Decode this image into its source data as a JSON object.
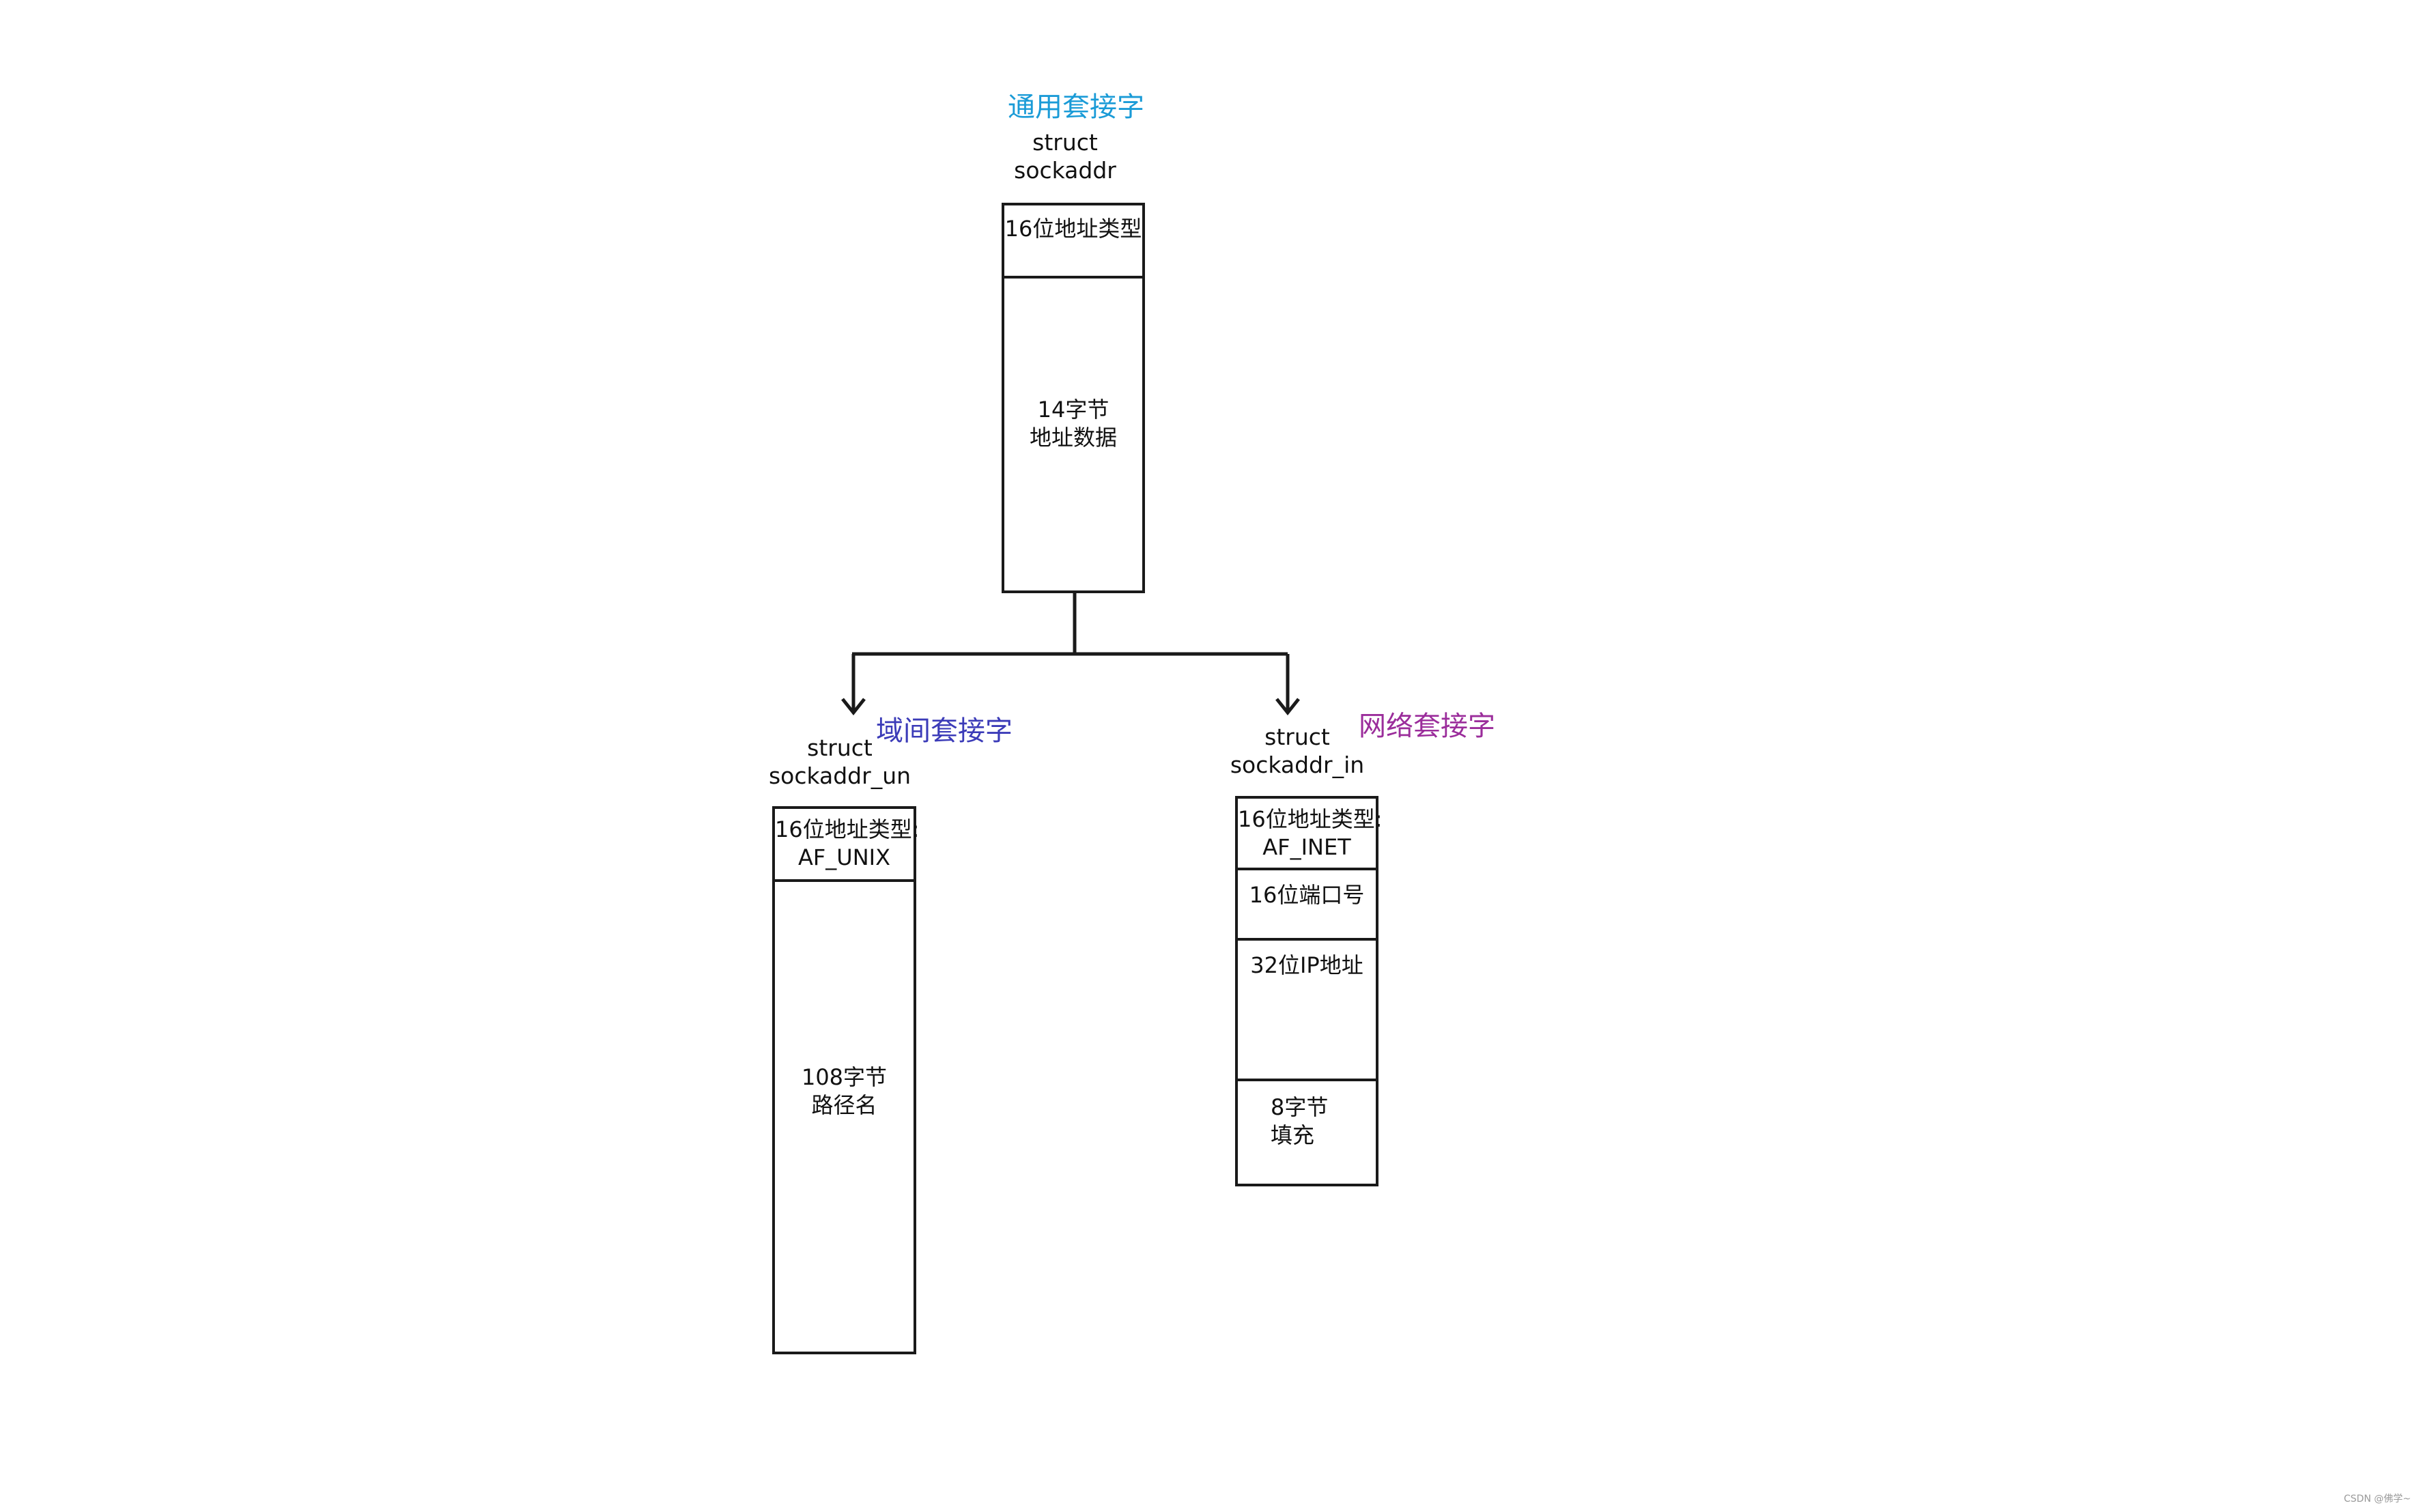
{
  "generic": {
    "heading": "通用套接字",
    "struct_line1": "struct",
    "struct_line2": "sockaddr",
    "field_type": "16位地址类型",
    "field_data_line1": "14字节",
    "field_data_line2": "地址数据"
  },
  "unix": {
    "heading": "域间套接字",
    "struct_line1": "struct",
    "struct_line2": "sockaddr_un",
    "field_type_line1": "16位地址类型:",
    "field_type_line2": "AF_UNIX",
    "field_path_line1": "108字节",
    "field_path_line2": "路径名"
  },
  "inet": {
    "heading": "网络套接字",
    "struct_line1": "struct",
    "struct_line2": "sockaddr_in",
    "field_type_line1": "16位地址类型:",
    "field_type_line2": "AF_INET",
    "field_port": "16位端口号",
    "field_ip": "32位IP地址",
    "field_pad_line1": "8字节",
    "field_pad_line2": "填充"
  },
  "watermark": "CSDN @佛学~",
  "colors": {
    "generic_heading": "#1a9bd7",
    "unix_heading": "#3b3bb8",
    "inet_heading": "#9b2d9b"
  }
}
